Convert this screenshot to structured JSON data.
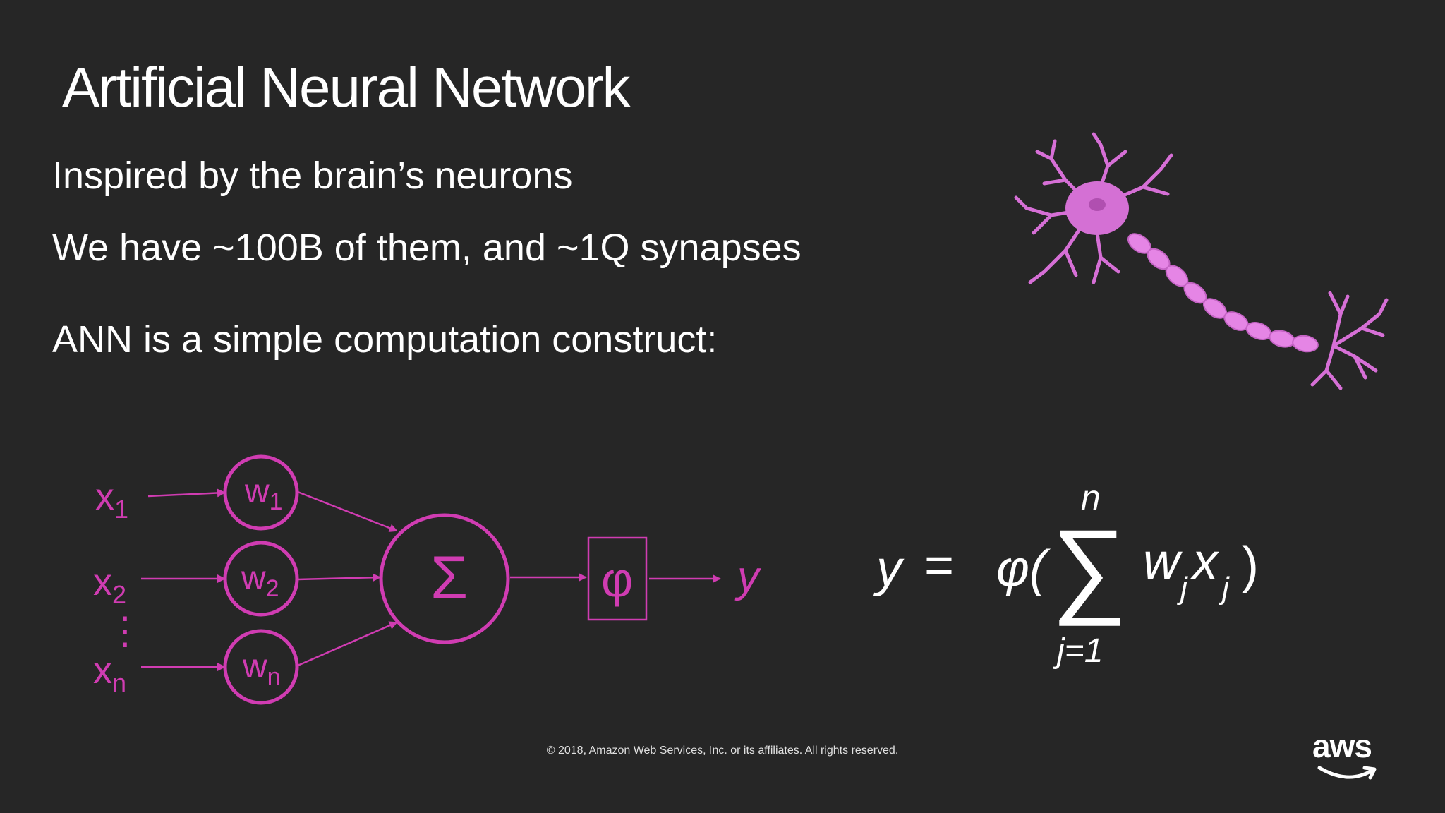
{
  "slide": {
    "title": "Artificial Neural Network",
    "bullets": [
      "Inspired by the brain’s neurons",
      "We have ~100B of them, and ~1Q synapses",
      "ANN is a simple computation construct:"
    ],
    "footer": "© 2018, Amazon Web Services, Inc. or its affiliates. All rights reserved.",
    "logo_text": "aws"
  },
  "diagram": {
    "inputs": [
      {
        "base": "x",
        "sub": "1"
      },
      {
        "base": "x",
        "sub": "2"
      },
      {
        "base": "x",
        "sub": "n"
      }
    ],
    "weights": [
      {
        "base": "w",
        "sub": "1"
      },
      {
        "base": "w",
        "sub": "2"
      },
      {
        "base": "w",
        "sub": "n"
      }
    ],
    "sum_symbol": "Σ",
    "activation_symbol": "φ",
    "output_symbol": "y",
    "ellipsis": "⋮"
  },
  "formula": {
    "lhs": "y",
    "equals": "=",
    "phi": "φ(",
    "sigma": "∑",
    "upper": "n",
    "lower": "j=1",
    "w": "w",
    "w_sub": "j",
    "x": "x",
    "x_sub": "j",
    "close": ")"
  },
  "colors": {
    "background": "#262626",
    "accent": "#d03cb2",
    "text": "#ffffff",
    "neuron": "#e07de0"
  }
}
